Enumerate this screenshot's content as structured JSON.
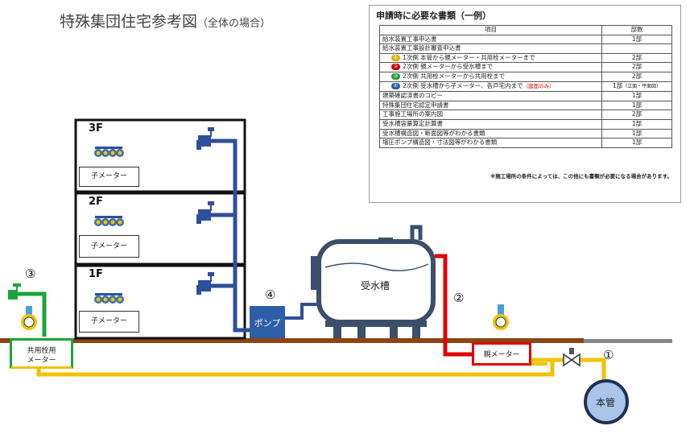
{
  "title": "特殊集団住宅参考図",
  "subtitle": "（全体の場合）",
  "requirements": {
    "heading": "申請時に必要な書類（一例）",
    "col_item": "項目",
    "col_count": "部数",
    "rows": [
      {
        "item": "給水装置工事申込書",
        "count": "1部"
      },
      {
        "item": "給水装置工事設計審査申込書",
        "count": ""
      },
      {
        "badge": "①",
        "badge_color": "#e0b000",
        "item": "1次側 本管から親メーター・共用栓メーターまで",
        "count": "2部"
      },
      {
        "badge": "②",
        "badge_color": "#cc0000",
        "item": "2次側 親メーターから受水槽まで",
        "count": "2部"
      },
      {
        "badge": "③",
        "badge_color": "#2a9a3a",
        "item": "2次側 共用栓メーターから共用栓まで",
        "count": "2部"
      },
      {
        "badge": "④",
        "badge_color": "#2f5aa0",
        "item": "2次側 受水槽から子メーター、各戸宅内まで",
        "item_note": "（図面のみ）",
        "count": "1部",
        "count_note": "（立面・平面図）"
      },
      {
        "item": "建築確認済書のコピー",
        "count": "1部"
      },
      {
        "item": "特殊集団住宅認定申請書",
        "count": "1部"
      },
      {
        "item": "工事施工場所の案内図",
        "count": "2部"
      },
      {
        "item": "受水槽容量算定計算書",
        "count": "1部"
      },
      {
        "item": "受水槽構造図・断面図等がわかる書類",
        "count": "1部"
      },
      {
        "item": "増圧ポンプ構造図・寸法図等がわかる書類",
        "count": "1部"
      }
    ],
    "note": "※施工場所の条件によっては、この他にも書類が必要になる場合があります。"
  },
  "floors": [
    {
      "label": "3F",
      "meter": "子メーター"
    },
    {
      "label": "2F",
      "meter": "子メーター"
    },
    {
      "label": "1F",
      "meter": "子メーター"
    }
  ],
  "tank_label": "受水槽",
  "pump_label": "ポンプ",
  "parent_meter_label": "親メーター",
  "shared_meter_label_1": "共用栓用",
  "shared_meter_label_2": "メーター",
  "main_pipe_label": "本管",
  "markers": {
    "m1": "①",
    "m2": "②",
    "m3": "③",
    "m4": "④"
  },
  "colors": {
    "yellow_pipe": "#f2c200",
    "red_pipe": "#e00000",
    "green_pipe": "#1aa53a",
    "blue_pipe": "#2e4f9a",
    "ground": "#8b4513",
    "tank": "#3b4f6b",
    "main_pipe_fill": "#a9c4e8"
  }
}
